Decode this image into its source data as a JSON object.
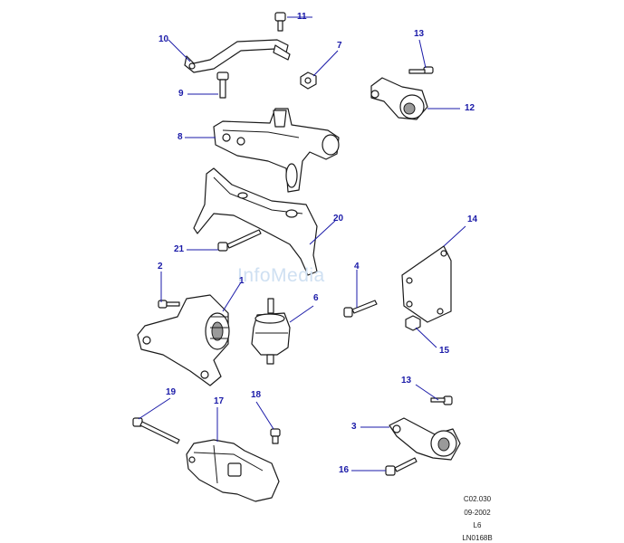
{
  "watermark": "InfoMedia",
  "callouts": {
    "c1": "1",
    "c2": "2",
    "c3": "3",
    "c4": "4",
    "c6": "6",
    "c7": "7",
    "c8": "8",
    "c9": "9",
    "c10": "10",
    "c11": "11",
    "c12": "12",
    "c13a": "13",
    "c13b": "13",
    "c14": "14",
    "c15": "15",
    "c16": "16",
    "c17": "17",
    "c18": "18",
    "c19": "19",
    "c20": "20",
    "c21": "21"
  },
  "reference": {
    "code": "C02.030",
    "date": "09-2002",
    "variant": "L6",
    "drawing_id": "LN0168B"
  },
  "colors": {
    "callout": "#1a1aa8",
    "outline": "#1a1a1a",
    "watermark": "#cfe0f2"
  }
}
